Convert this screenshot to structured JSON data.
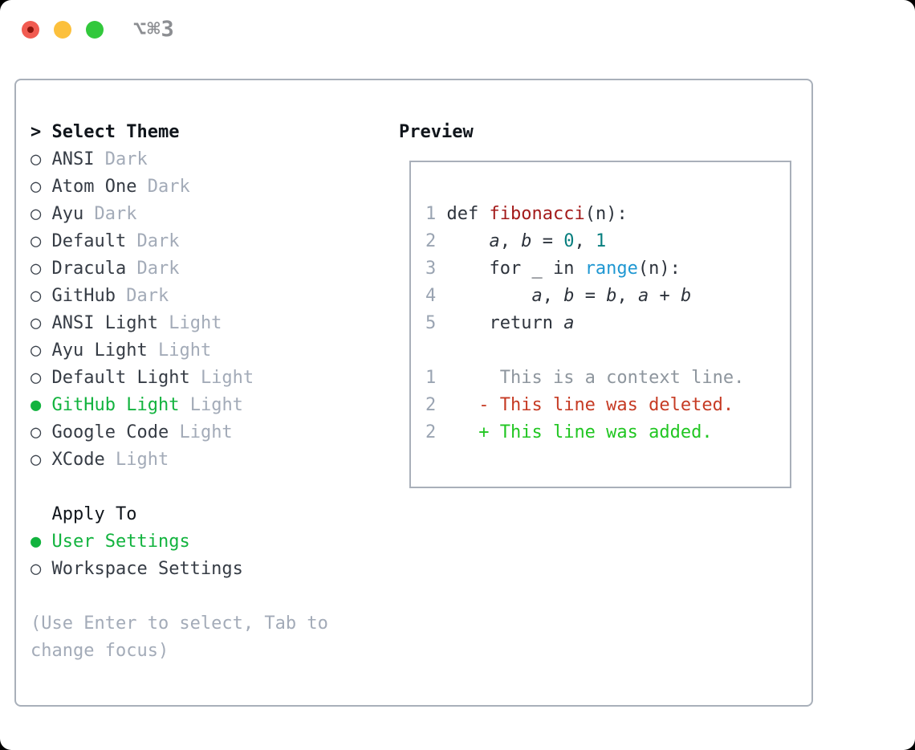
{
  "window": {
    "shortcut_label": "⌥⌘3",
    "traffic_lights": [
      {
        "name": "close",
        "color": "#f15b51"
      },
      {
        "name": "minimize",
        "color": "#fcc03c"
      },
      {
        "name": "zoom",
        "color": "#32c83c"
      }
    ]
  },
  "theme_panel": {
    "header_prompt": ">",
    "header_label": "Select Theme",
    "themes": [
      {
        "name": "ANSI",
        "variant": "Dark",
        "selected": false
      },
      {
        "name": "Atom One",
        "variant": "Dark",
        "selected": false
      },
      {
        "name": "Ayu",
        "variant": "Dark",
        "selected": false
      },
      {
        "name": "Default",
        "variant": "Dark",
        "selected": false
      },
      {
        "name": "Dracula",
        "variant": "Dark",
        "selected": false
      },
      {
        "name": "GitHub",
        "variant": "Dark",
        "selected": false
      },
      {
        "name": "ANSI Light",
        "variant": "Light",
        "selected": false
      },
      {
        "name": "Ayu Light",
        "variant": "Light",
        "selected": false
      },
      {
        "name": "Default Light",
        "variant": "Light",
        "selected": false
      },
      {
        "name": "GitHub Light",
        "variant": "Light",
        "selected": true
      },
      {
        "name": "Google Code",
        "variant": "Light",
        "selected": false
      },
      {
        "name": "XCode",
        "variant": "Light",
        "selected": false
      }
    ],
    "apply_header": "Apply To",
    "apply_options": [
      {
        "label": "User Settings",
        "selected": true
      },
      {
        "label": "Workspace Settings",
        "selected": false
      }
    ],
    "hint_lines": [
      "(Use Enter to select, Tab to",
      "change focus)"
    ],
    "radio_unselected_glyph": "○",
    "radio_selected_glyph": "●"
  },
  "preview": {
    "label": "Preview",
    "code_lines": [
      [
        {
          "c": "ln",
          "t": "1"
        },
        {
          "c": "plain",
          "t": " def "
        },
        {
          "c": "fn",
          "t": "fibonacci"
        },
        {
          "c": "plain",
          "t": "(n):"
        }
      ],
      [
        {
          "c": "ln",
          "t": "2"
        },
        {
          "c": "plain",
          "t": "     "
        },
        {
          "c": "var",
          "t": "a"
        },
        {
          "c": "plain",
          "t": ", "
        },
        {
          "c": "var",
          "t": "b"
        },
        {
          "c": "plain",
          "t": " = "
        },
        {
          "c": "num",
          "t": "0"
        },
        {
          "c": "plain",
          "t": ", "
        },
        {
          "c": "num",
          "t": "1"
        }
      ],
      [
        {
          "c": "ln",
          "t": "3"
        },
        {
          "c": "plain",
          "t": "     for _ in "
        },
        {
          "c": "builtin",
          "t": "range"
        },
        {
          "c": "plain",
          "t": "(n):"
        }
      ],
      [
        {
          "c": "ln",
          "t": "4"
        },
        {
          "c": "plain",
          "t": "         "
        },
        {
          "c": "var",
          "t": "a"
        },
        {
          "c": "plain",
          "t": ", "
        },
        {
          "c": "var",
          "t": "b"
        },
        {
          "c": "plain",
          "t": " = "
        },
        {
          "c": "var",
          "t": "b"
        },
        {
          "c": "plain",
          "t": ", "
        },
        {
          "c": "var",
          "t": "a"
        },
        {
          "c": "plain",
          "t": " + "
        },
        {
          "c": "var",
          "t": "b"
        }
      ],
      [
        {
          "c": "ln",
          "t": "5"
        },
        {
          "c": "plain",
          "t": "     return "
        },
        {
          "c": "var",
          "t": "a"
        }
      ],
      [],
      [
        {
          "c": "ln",
          "t": "1"
        },
        {
          "c": "ctx",
          "t": "      This is a context line."
        }
      ],
      [
        {
          "c": "ln",
          "t": "2"
        },
        {
          "c": "plain",
          "t": "    "
        },
        {
          "c": "del",
          "t": "- This line was deleted."
        }
      ],
      [
        {
          "c": "ln",
          "t": "2"
        },
        {
          "c": "plain",
          "t": "    "
        },
        {
          "c": "add",
          "t": "+ This line was added."
        }
      ]
    ]
  },
  "colors": {
    "select_green": "#12b33e",
    "add_green": "#21c622",
    "del_red": "#c63b24",
    "fn_red": "#a31a1a",
    "num_teal": "#077e7e",
    "builtin_blue": "#1f97d2",
    "text_dark": "#2d333c",
    "header_black": "#10151b",
    "muted_gray": "#a3abb8",
    "linenum_gray": "#9aa4b2",
    "context_gray": "#8e969e",
    "border_gray": "#a9b0ba"
  }
}
